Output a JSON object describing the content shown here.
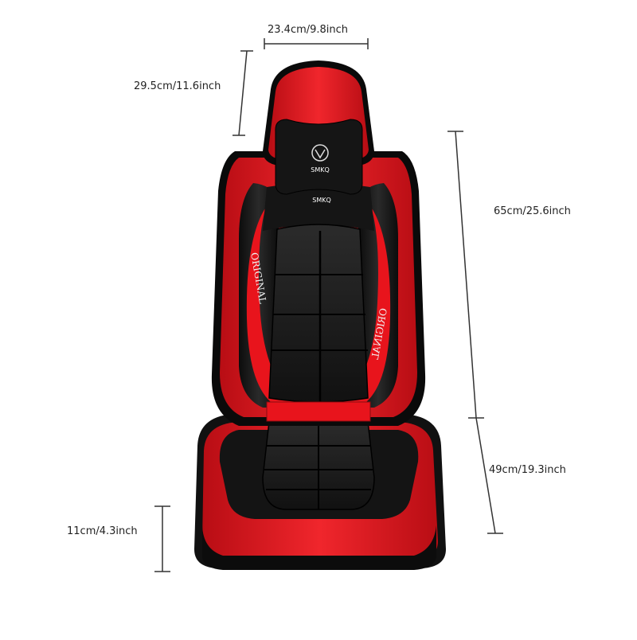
{
  "dimensions": {
    "width": "23.4cm/9.8inch",
    "headrest_height": "29.5cm/11.6inch",
    "backrest_height": "65cm/25.6inch",
    "seat_length": "49cm/19.3inch",
    "side_height": "11cm/4.3inch"
  },
  "branding": {
    "logo_text": "SMKQ",
    "side_text": "ORIGINAL"
  },
  "colors": {
    "leather_red": "#e8141c",
    "leather_black": "#151515",
    "piping": "#0a0a0a",
    "line": "#333333"
  }
}
